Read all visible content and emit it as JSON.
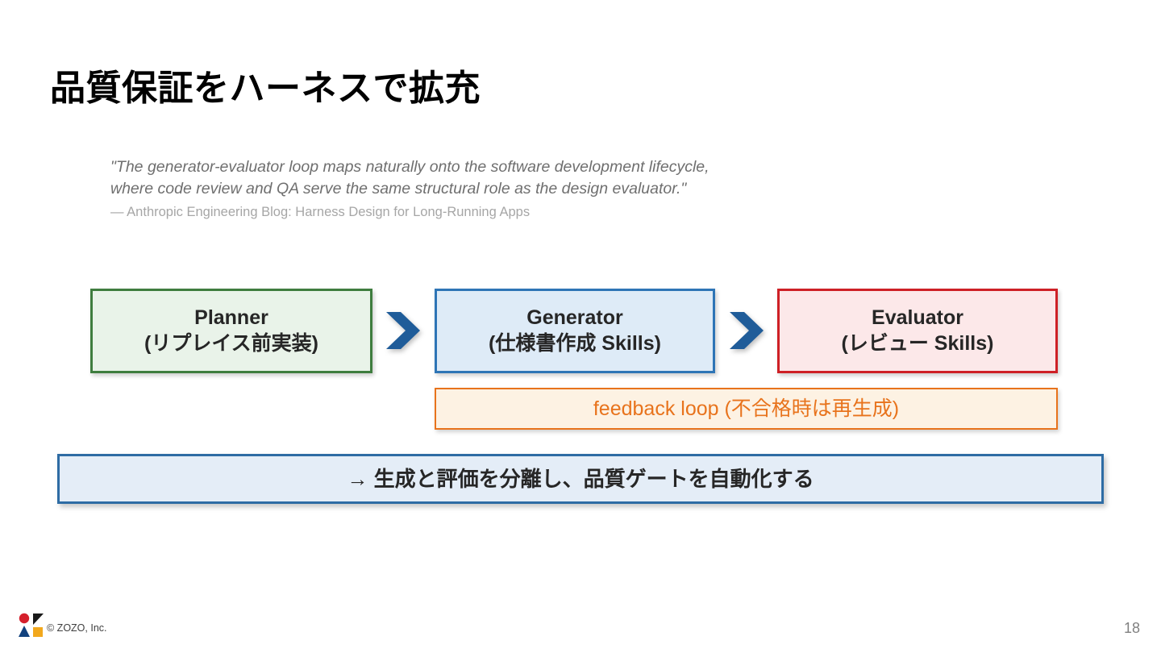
{
  "slide": {
    "title": "品質保証をハーネスで拡充",
    "page_number": "18",
    "background_color": "#FFFFFF"
  },
  "quote": {
    "line1": "\"The generator-evaluator loop maps naturally onto the software development lifecycle,",
    "line2": "where code review and QA serve the same structural role as the design evaluator.\"",
    "attribution": "— Anthropic Engineering Blog: Harness Design for Long-Running Apps",
    "text_color": "#6F6F6F",
    "attribution_color": "#A6A6A6"
  },
  "flow": {
    "boxes": [
      {
        "name": "planner",
        "line1": "Planner",
        "line2": "(リプレイス前実装)",
        "border_color": "#3F7D3F",
        "fill_color": "#E9F3E9"
      },
      {
        "name": "generator",
        "line1": "Generator",
        "line2": "(仕様書作成 Skills)",
        "border_color": "#2E75B6",
        "fill_color": "#DEEBF7"
      },
      {
        "name": "evaluator",
        "line1": "Evaluator",
        "line2": "(レビュー Skills)",
        "border_color": "#CE2026",
        "fill_color": "#FCE8E9"
      }
    ],
    "arrow_color": "#1F5C99",
    "arrow_icon": "chevron-right-icon"
  },
  "feedback": {
    "label": "feedback loop (不合格時は再生成)",
    "border_color": "#E8731C",
    "fill_color": "#FDF2E3",
    "text_color": "#E8731C"
  },
  "conclusion": {
    "label": "→ 生成と評価を分離し、品質ゲートを自動化する",
    "border_color": "#2E6CA4",
    "fill_color": "#E4EDF7",
    "text_color": "#262626"
  },
  "footer": {
    "copyright": "© ZOZO, Inc.",
    "logo": {
      "name": "zozo-logo",
      "circle_color": "#D5202C",
      "triangle_black_color": "#1A1A1A",
      "triangle_blue_color": "#12427E",
      "square_color": "#F2A81D"
    }
  }
}
